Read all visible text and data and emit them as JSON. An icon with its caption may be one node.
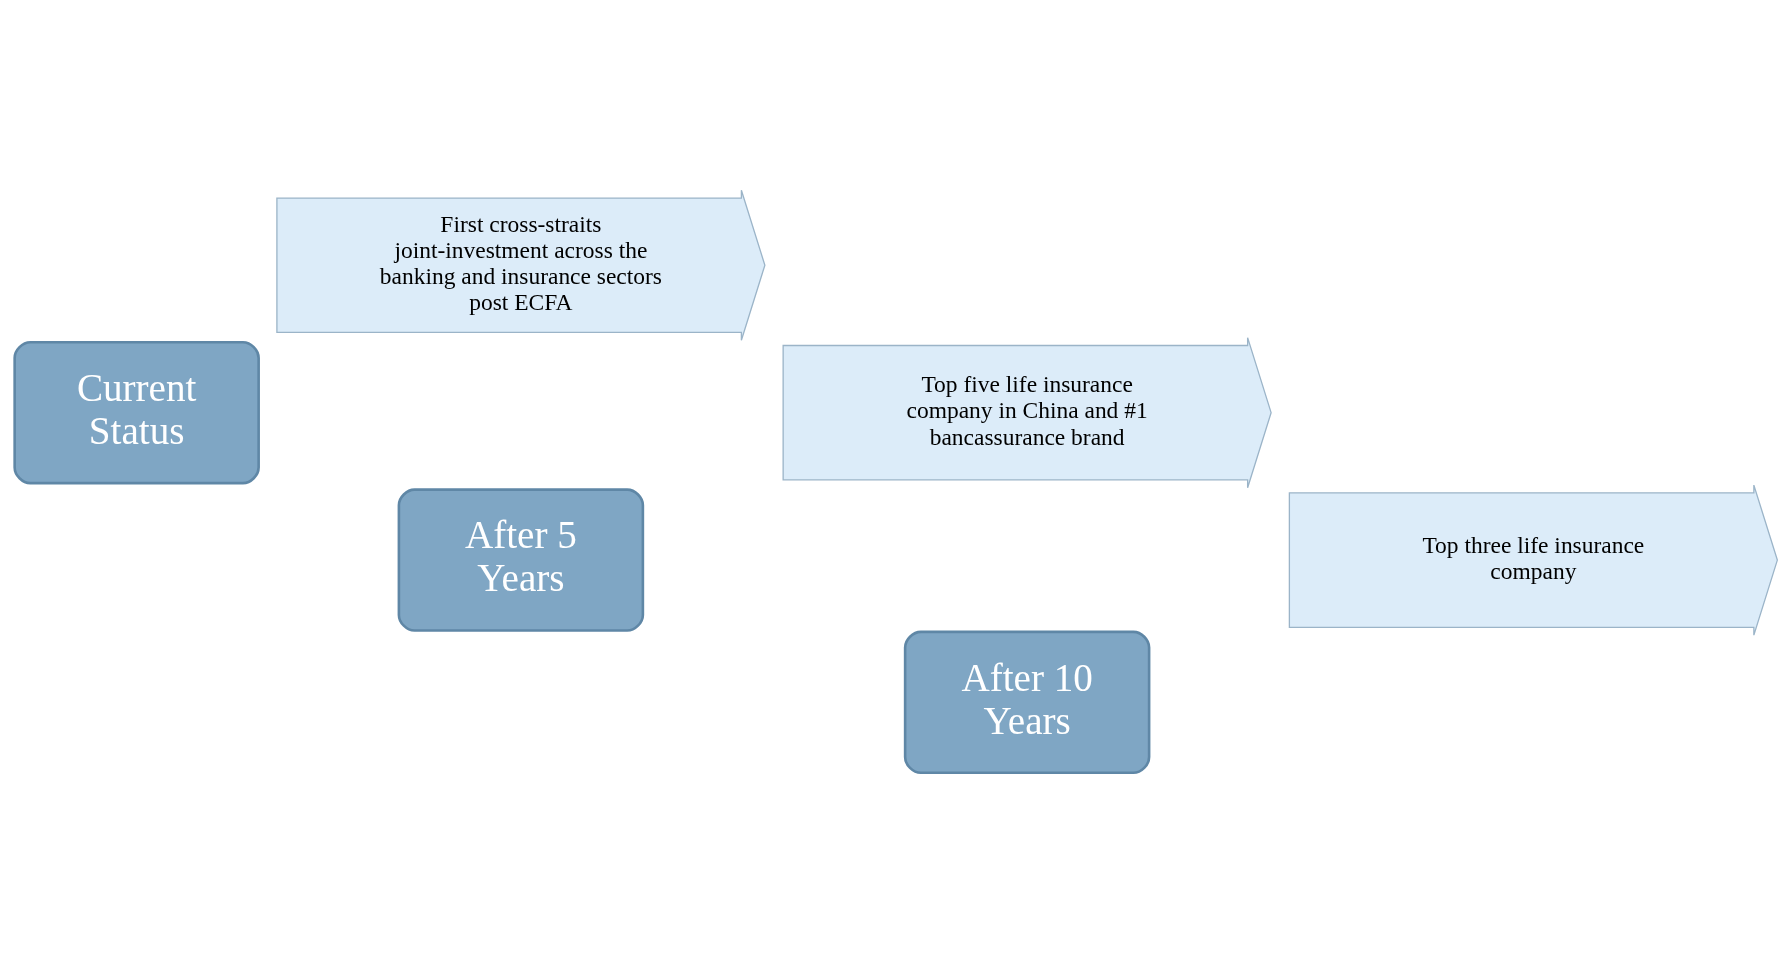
{
  "diagram": {
    "nodes": [
      {
        "text": [
          "Current Status"
        ]
      },
      {
        "text": [
          "First cross-straits joint-investment across the banking and insurance sectors post ECFA"
        ]
      },
      {
        "text": [
          "After 5 Years"
        ]
      },
      {
        "text": [
          "Top five life insurance company in China and #1 bancassurance brand"
        ]
      },
      {
        "text": [
          "After 10 Years"
        ]
      },
      {
        "text": [
          "Top three life insurance company"
        ]
      }
    ]
  }
}
